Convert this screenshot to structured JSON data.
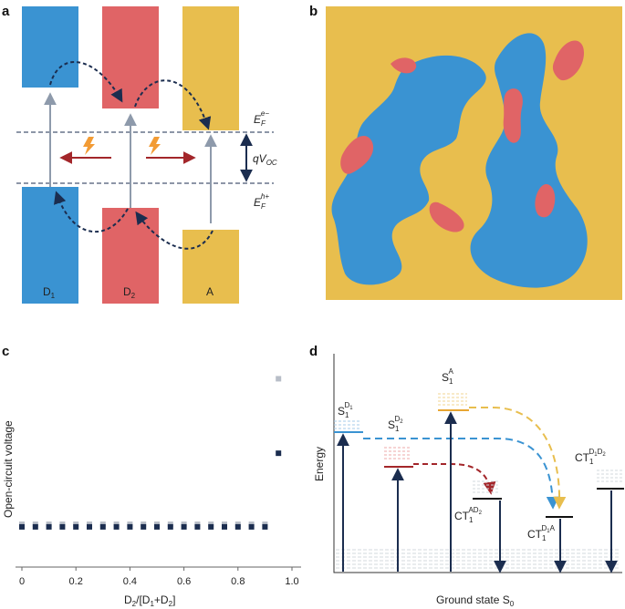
{
  "panels": {
    "a": "a",
    "b": "b",
    "c": "c",
    "d": "d"
  },
  "colors": {
    "blue": "#3a93d2",
    "red": "#e06466",
    "yellow": "#e8be4e",
    "navy": "#1b2d4f",
    "grey": "#8e9aab",
    "dark_red": "#a3262a"
  },
  "panel_a": {
    "d1": "D",
    "d1_sub": "1",
    "d2": "D",
    "d2_sub": "2",
    "acceptor": "A",
    "ef_e": "E",
    "ef_e_sub": "F",
    "ef_e_sup": "e−",
    "ef_h": "E",
    "ef_h_sub": "F",
    "ef_h_sup": "h+",
    "qvoc": "qV",
    "qvoc_sub": "OC"
  },
  "panel_c": {
    "ylabel": "Open-circuit voltage",
    "xlabel_main": "D",
    "xlabel_sub1": "2",
    "xlabel_mid": "/[D",
    "xlabel_sub2": "1",
    "xlabel_plus": "+D",
    "xlabel_sub3": "2",
    "xlabel_end": "]",
    "xticks": [
      "0",
      "0.2",
      "0.4",
      "0.6",
      "0.8",
      "1.0"
    ]
  },
  "chart_data": {
    "type": "scatter",
    "title": "",
    "xlabel": "D2/[D1+D2]",
    "ylabel": "Open-circuit voltage",
    "xlim": [
      0,
      1.0
    ],
    "x": [
      0,
      0.05,
      0.1,
      0.15,
      0.2,
      0.25,
      0.3,
      0.35,
      0.4,
      0.45,
      0.5,
      0.55,
      0.6,
      0.65,
      0.7,
      0.75,
      0.8,
      0.85,
      0.9,
      0.95
    ],
    "series": [
      {
        "color": "#b8bec8",
        "values": [
          0.105,
          0.105,
          0.105,
          0.105,
          0.105,
          0.105,
          0.105,
          0.105,
          0.105,
          0.105,
          0.105,
          0.105,
          0.105,
          0.105,
          0.105,
          0.105,
          0.105,
          0.105,
          0.105,
          0.945
        ]
      },
      {
        "color": "#1b2d4f",
        "values": [
          0.09,
          0.09,
          0.09,
          0.09,
          0.09,
          0.09,
          0.09,
          0.09,
          0.09,
          0.09,
          0.09,
          0.09,
          0.09,
          0.09,
          0.09,
          0.09,
          0.09,
          0.09,
          0.09,
          0.515
        ]
      }
    ]
  },
  "panel_d": {
    "ylabel": "Energy",
    "xlabel_main": "Ground state S",
    "xlabel_sub": "0",
    "s1d1": {
      "main": "S",
      "sub": "1",
      "sup": "D",
      "supsub": "1"
    },
    "s1d2": {
      "main": "S",
      "sub": "1",
      "sup": "D",
      "supsub": "2"
    },
    "s1a": {
      "main": "S",
      "sub": "1",
      "sup": "A"
    },
    "ct_ad2": {
      "main": "CT",
      "sub": "1",
      "sup": "AD",
      "supsub": "2"
    },
    "ct_d1a": {
      "main": "CT",
      "sub": "1",
      "sup": "D",
      "supsub": "1",
      "supend": "A"
    },
    "ct_d1d2": {
      "main": "CT",
      "sub": "1",
      "sup": "D",
      "supsub": "1",
      "supmid": "D",
      "supsub2": "2"
    }
  }
}
